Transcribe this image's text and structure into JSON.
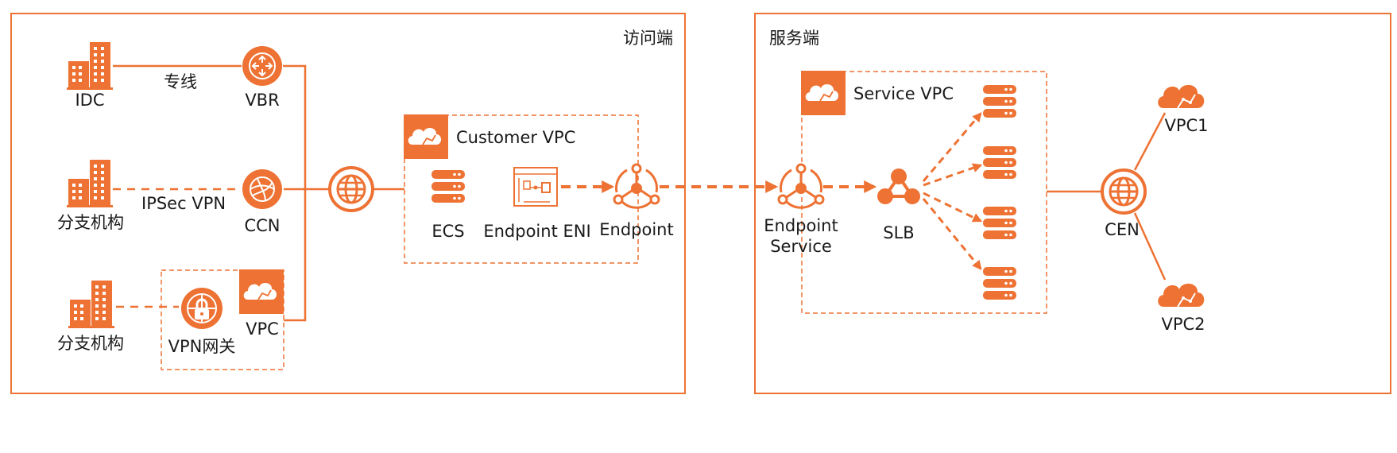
{
  "colors": {
    "accent": "#ED7233",
    "line": "#E8772E",
    "text": "#1a1a1a",
    "background": "#ffffff"
  },
  "panels": {
    "client_title": "访问端",
    "server_title": "服务端"
  },
  "links": {
    "leased_line": "专线",
    "ipsec_vpn": "IPSec VPN"
  },
  "nodes": {
    "idc": "IDC",
    "vbr": "VBR",
    "branch1": "分支机构",
    "ccn": "CCN",
    "branch2": "分支机构",
    "vpn_gateway": "VPN网关",
    "vpc": "VPC",
    "customer_vpc": "Customer VPC",
    "ecs": "ECS",
    "endpoint_eni": "Endpoint ENI",
    "endpoint": "Endpoint",
    "service_vpc": "Service VPC",
    "endpoint_service_line1": "Endpoint",
    "endpoint_service_line2": "Service",
    "slb": "SLB",
    "cen": "CEN",
    "vpc1": "VPC1",
    "vpc2": "VPC2"
  },
  "icons": [
    "building-icon",
    "vbr-router-icon",
    "ccn-icon",
    "vpn-gateway-lock-icon",
    "cloud-vpc-icon",
    "globe-network-icon",
    "server-icon",
    "network-card-icon",
    "endpoint-icon",
    "slb-icon",
    "cloud-icon"
  ]
}
